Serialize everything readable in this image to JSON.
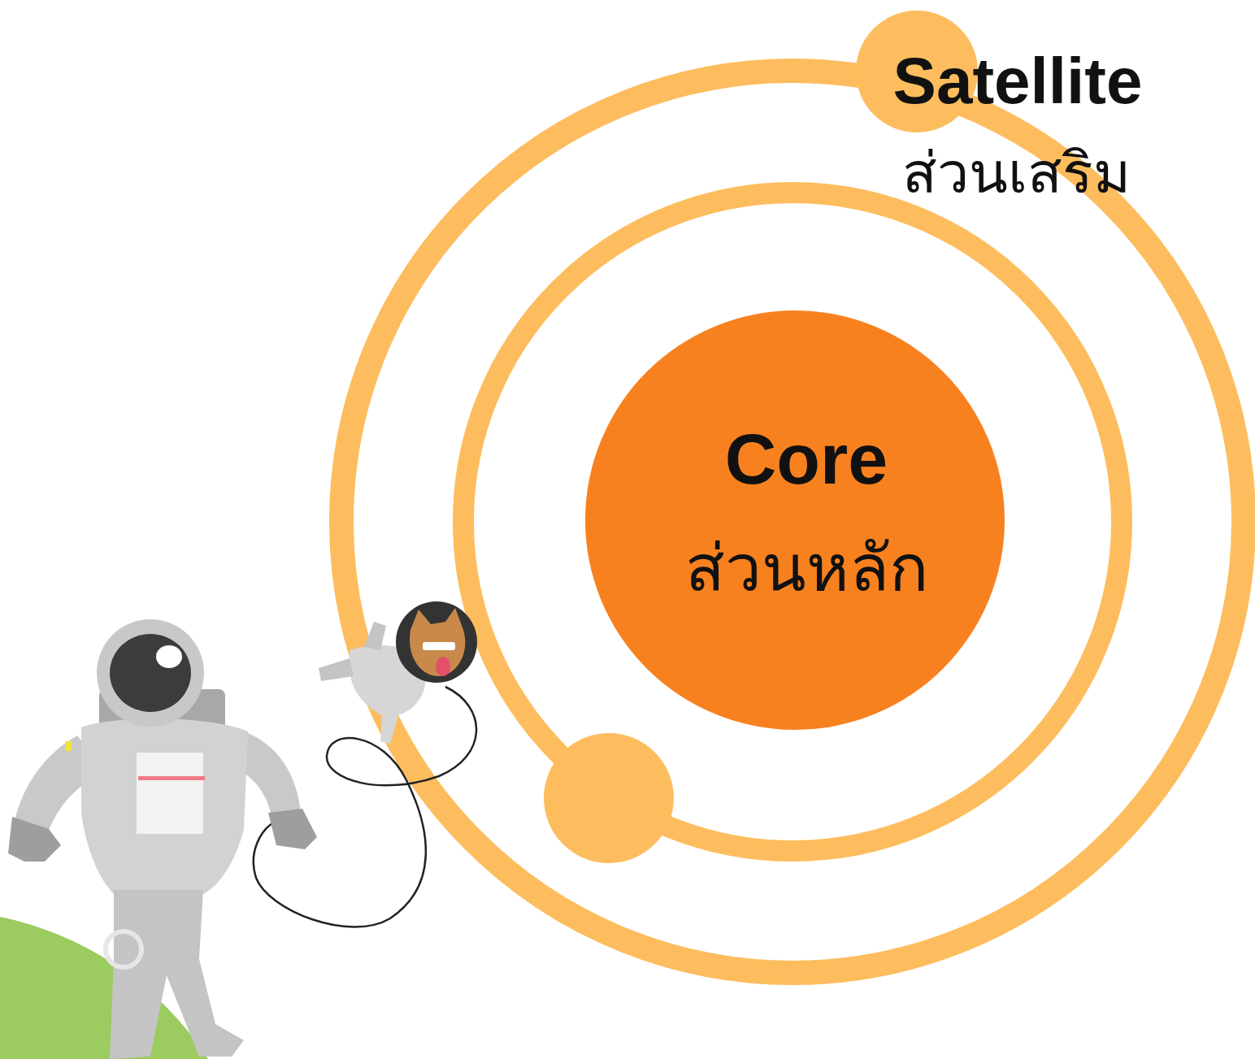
{
  "diagram": {
    "nodes": [
      {
        "text": [
          "Core",
          "ส่วนหลัก"
        ]
      },
      {
        "text": [
          "Satellite",
          "ส่วนเสริม"
        ]
      }
    ]
  }
}
